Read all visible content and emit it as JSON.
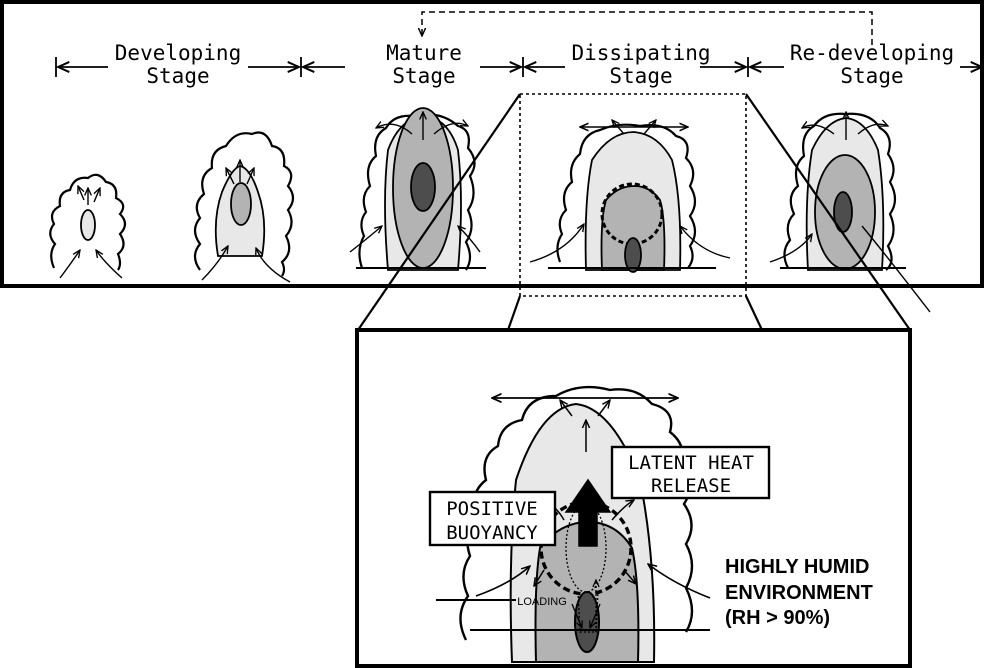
{
  "stages": {
    "developing": [
      "Developing",
      "Stage"
    ],
    "mature": [
      "Mature",
      "Stage"
    ],
    "dissipating": [
      "Dissipating",
      "Stage"
    ],
    "redeveloping": [
      "Re-developing",
      "Stage"
    ]
  },
  "detail": {
    "latent_heat": [
      "LATENT HEAT",
      "RELEASE"
    ],
    "buoyancy": [
      "POSITIVE",
      "BUOYANCY"
    ],
    "environment": [
      "HIGHLY HUMID",
      "ENVIRONMENT",
      "(RH > 90%)"
    ],
    "loading": "LOADING"
  },
  "colors": {
    "light": "#e8e8e8",
    "medium": "#b3b3b3",
    "dark": "#4d4d4d",
    "line": "#000000"
  }
}
